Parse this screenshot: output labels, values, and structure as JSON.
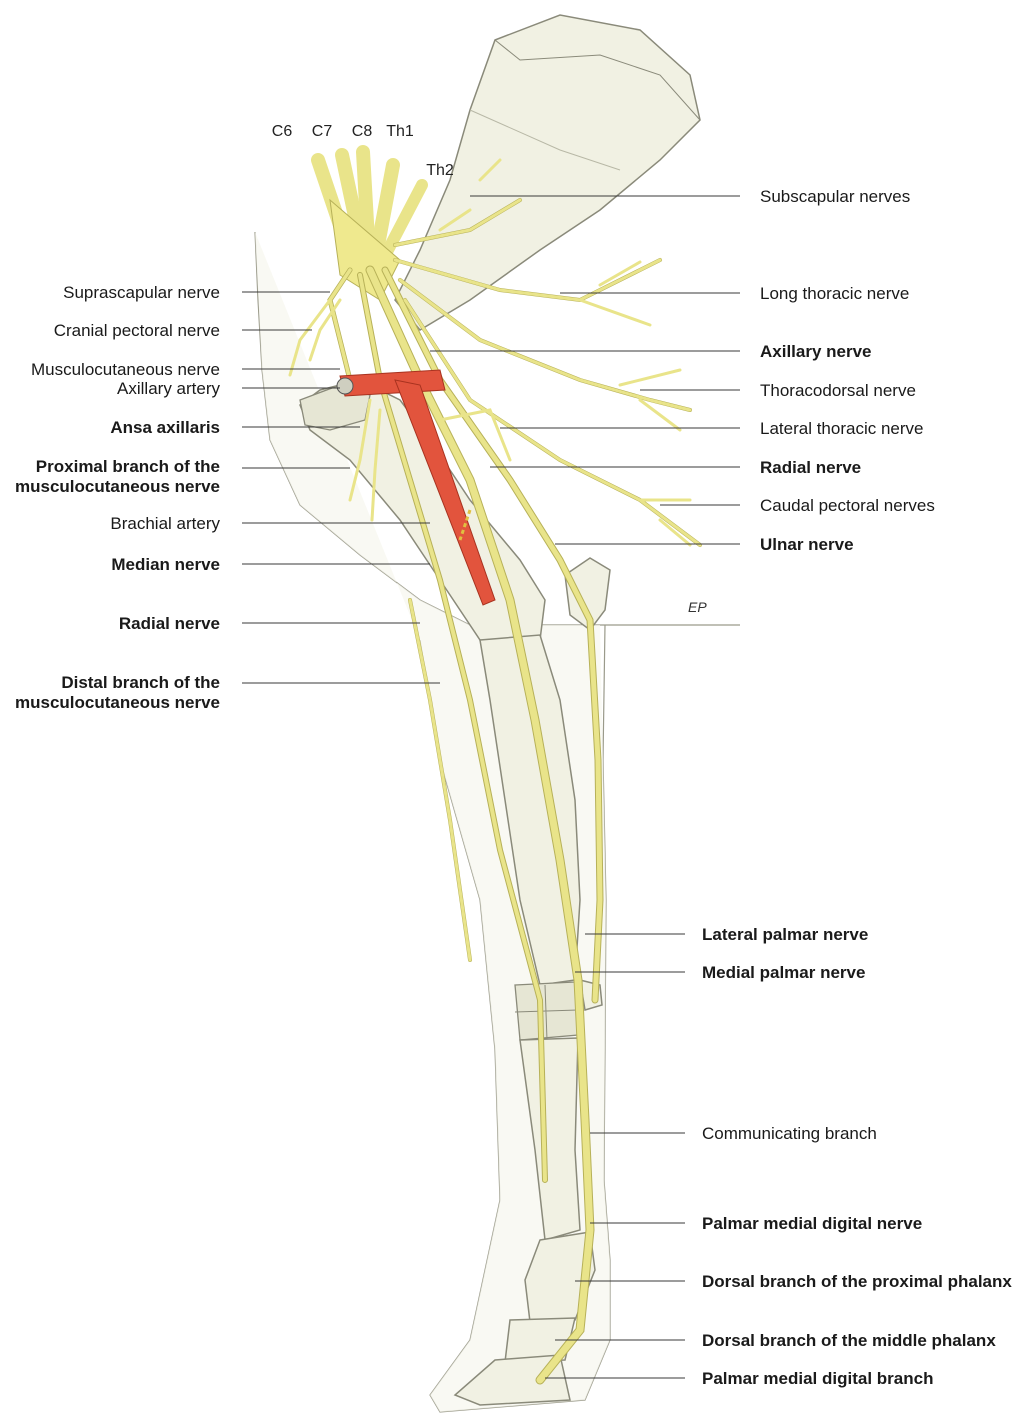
{
  "roots": [
    "C6",
    "C7",
    "C8",
    "Th1",
    "Th2"
  ],
  "signature": "EP",
  "labels_left": [
    {
      "text": "Suprascapular nerve",
      "bold": false
    },
    {
      "text": "Cranial pectoral nerve",
      "bold": false
    },
    {
      "text": "Musculocutaneous nerve",
      "bold": false
    },
    {
      "text": "Axillary artery",
      "bold": false
    },
    {
      "text": "Ansa axillaris",
      "bold": true
    },
    {
      "text": "Proximal branch of the",
      "bold": true
    },
    {
      "text": "musculocutaneous nerve",
      "bold": true
    },
    {
      "text": "Brachial artery",
      "bold": false
    },
    {
      "text": "Median nerve",
      "bold": true
    },
    {
      "text": "Radial nerve",
      "bold": true
    },
    {
      "text": "Distal branch of the",
      "bold": true
    },
    {
      "text": "musculocutaneous nerve",
      "bold": true
    }
  ],
  "labels_right": [
    {
      "text": "Subscapular nerves",
      "bold": false
    },
    {
      "text": "Long thoracic nerve",
      "bold": false
    },
    {
      "text": "Axillary nerve",
      "bold": true
    },
    {
      "text": "Thoracodorsal nerve",
      "bold": false
    },
    {
      "text": "Lateral thoracic nerve",
      "bold": false
    },
    {
      "text": "Radial nerve",
      "bold": true
    },
    {
      "text": "Caudal pectoral nerves",
      "bold": false
    },
    {
      "text": "Ulnar nerve",
      "bold": true
    },
    {
      "text": "Lateral palmar nerve",
      "bold": true
    },
    {
      "text": "Medial palmar nerve",
      "bold": true
    },
    {
      "text": "Communicating branch",
      "bold": false
    },
    {
      "text": "Palmar medial digital nerve",
      "bold": true
    },
    {
      "text": "Dorsal branch of the proximal phalanx",
      "bold": true
    },
    {
      "text": "Dorsal branch of the middle phalanx",
      "bold": true
    },
    {
      "text": "Palmar medial digital branch",
      "bold": true
    }
  ],
  "colors": {
    "nerve": "#e9e48a",
    "artery": "#e2543d",
    "bone": "#f1f1e3"
  }
}
